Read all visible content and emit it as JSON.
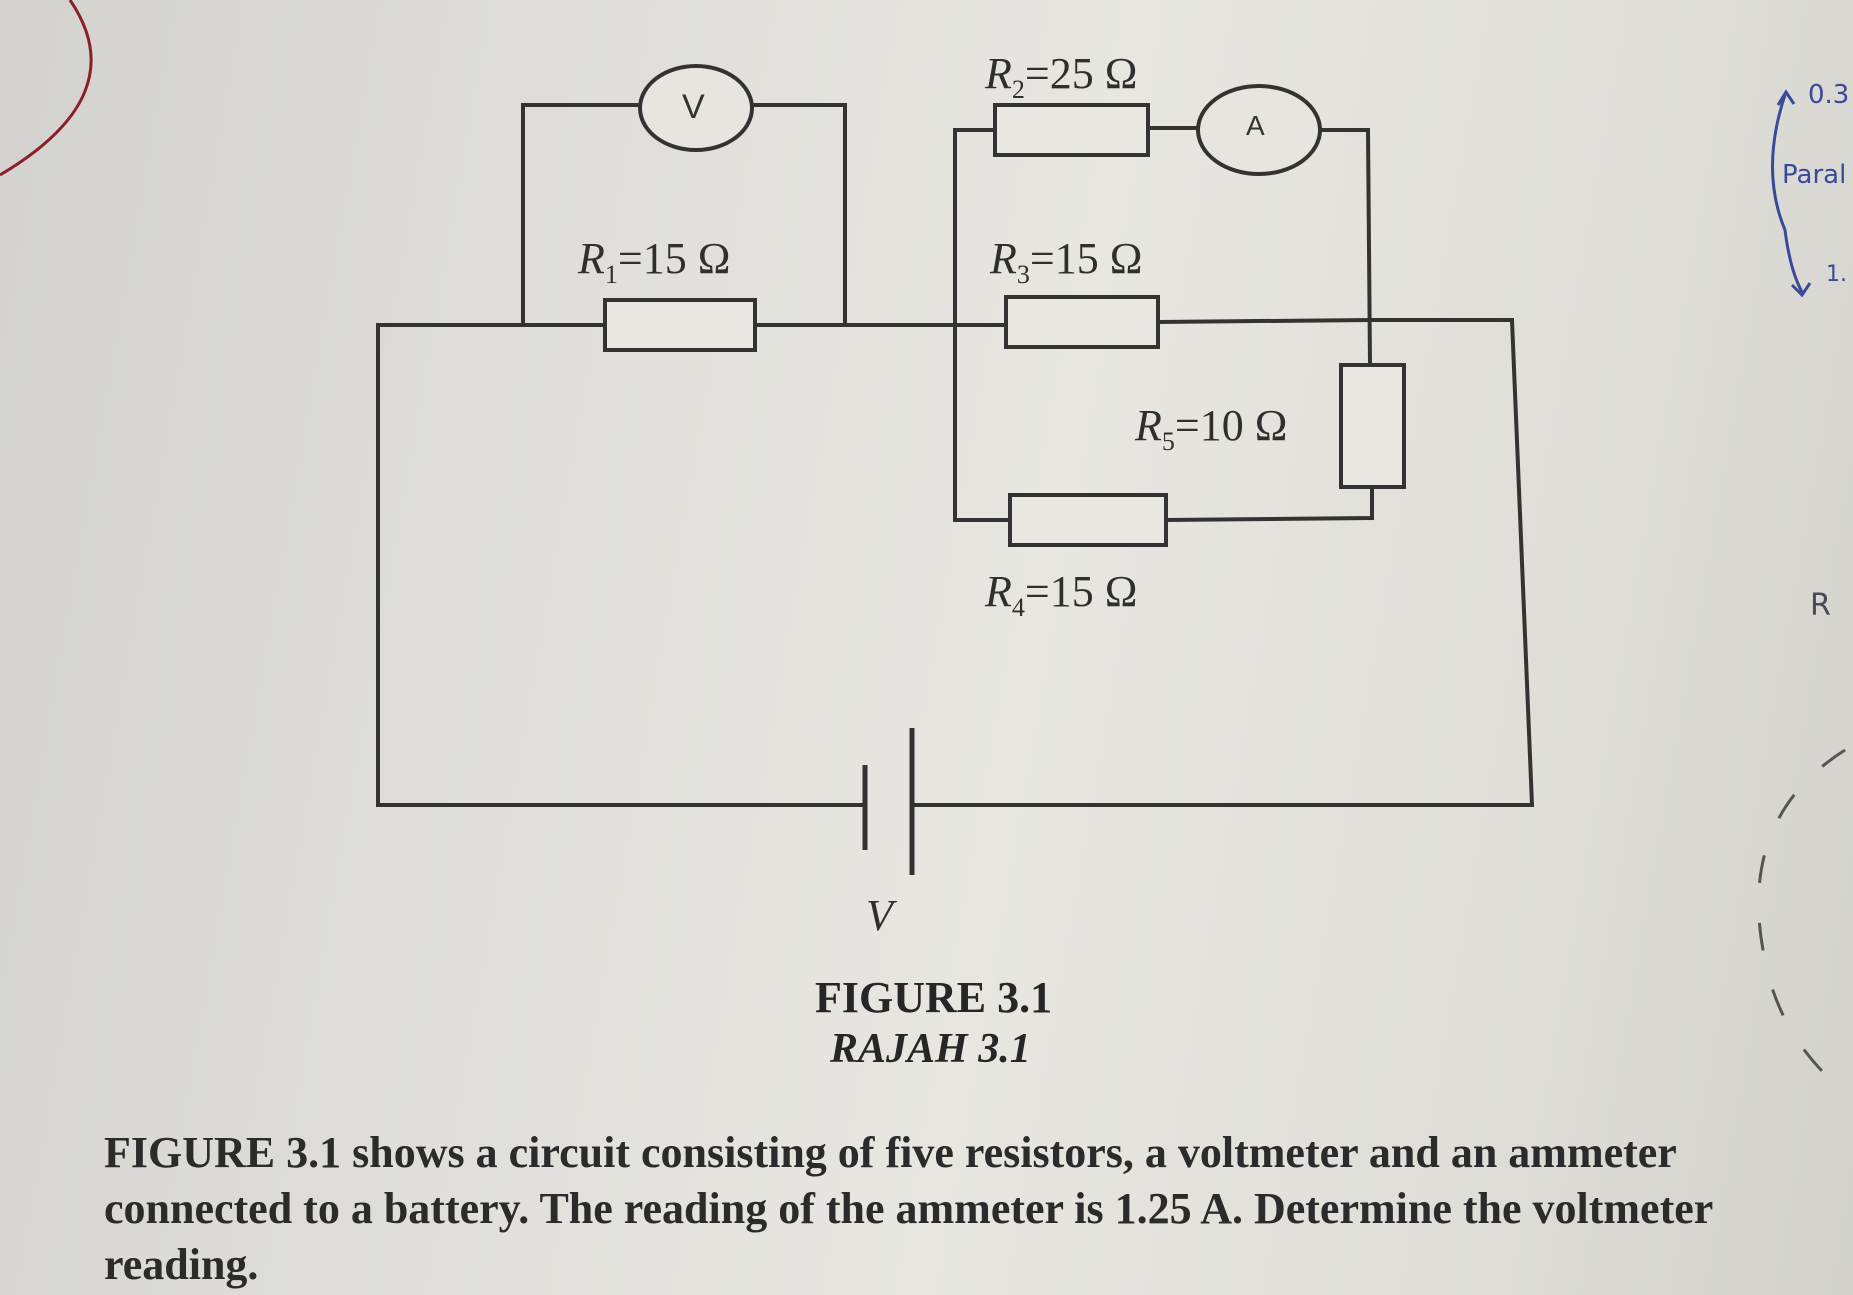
{
  "circuit": {
    "voltmeter_symbol": "V",
    "ammeter_symbol": "A",
    "battery_label": "V",
    "resistors": [
      {
        "id": "R1",
        "symbol": "R",
        "subscript": "1",
        "value": "=15 Ω"
      },
      {
        "id": "R2",
        "symbol": "R",
        "subscript": "2",
        "value": "=25 Ω"
      },
      {
        "id": "R3",
        "symbol": "R",
        "subscript": "3",
        "value": "=15 Ω"
      },
      {
        "id": "R4",
        "symbol": "R",
        "subscript": "4",
        "value": "=15 Ω"
      },
      {
        "id": "R5",
        "symbol": "R",
        "subscript": "5",
        "value": "=10 Ω"
      }
    ]
  },
  "figure": {
    "caption_en": "FIGURE 3.1",
    "caption_ms": "RAJAH 3.1"
  },
  "question": {
    "lead": "FIGURE 3.1",
    "text": " shows a circuit consisting of five resistors, a voltmeter and an ammeter connected to a battery. The reading of the ammeter is 1.25 A. Determine the voltmeter reading."
  },
  "handwriting": {
    "note_top": "0.3",
    "note_parallel": "Paral",
    "note_one": "1.",
    "note_r": "R"
  },
  "colors": {
    "wire": "#333333",
    "resistor_fill": "#e8e7e2",
    "pen_blue": "#3a4a9a",
    "pen_red": "#8a1f2a"
  }
}
